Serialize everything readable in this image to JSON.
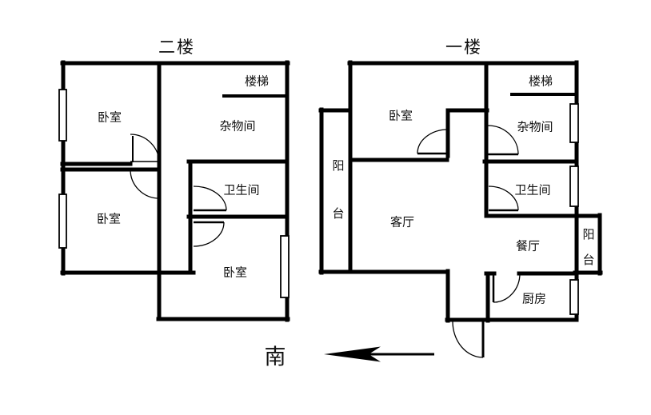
{
  "colors": {
    "wall": "#000000",
    "background": "#ffffff"
  },
  "compass": {
    "south_label": "南",
    "direction": "arrow-pointing-left"
  },
  "floors": {
    "second": {
      "title": "二楼",
      "rooms": [
        {
          "id": "bedroom-nw",
          "label": "卧室"
        },
        {
          "id": "stairs",
          "label": "楼梯"
        },
        {
          "id": "storage",
          "label": "杂物间"
        },
        {
          "id": "bathroom",
          "label": "卫生间"
        },
        {
          "id": "bedroom-w",
          "label": "卧室"
        },
        {
          "id": "bedroom-s",
          "label": "卧室"
        }
      ]
    },
    "first": {
      "title": "一楼",
      "rooms": [
        {
          "id": "bedroom",
          "label": "卧室"
        },
        {
          "id": "stairs",
          "label": "楼梯"
        },
        {
          "id": "storage",
          "label": "杂物间"
        },
        {
          "id": "balcony-west",
          "label": "阳台"
        },
        {
          "id": "living-room",
          "label": "客厅"
        },
        {
          "id": "bathroom",
          "label": "卫生间"
        },
        {
          "id": "dining-room",
          "label": "餐厅"
        },
        {
          "id": "balcony-east",
          "label": "阳台"
        },
        {
          "id": "kitchen",
          "label": "厨房"
        }
      ]
    }
  }
}
